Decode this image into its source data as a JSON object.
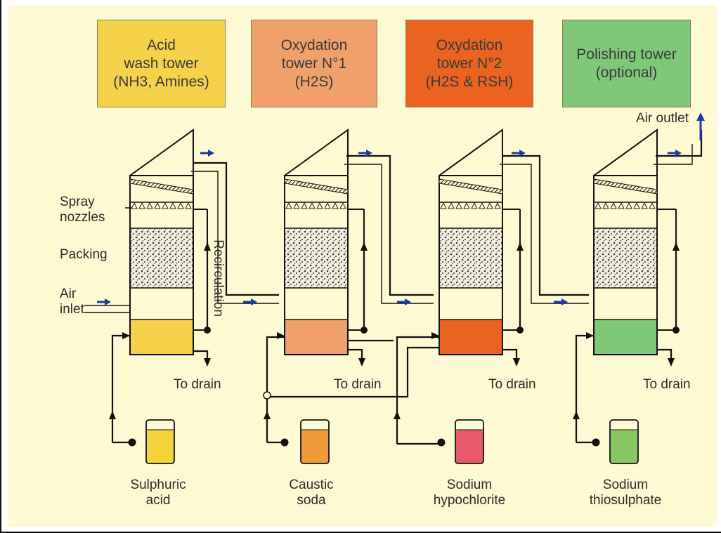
{
  "towers": [
    {
      "title_lines": [
        "Acid",
        "wash tower",
        "(NH3, Amines)"
      ],
      "color": "#f6d24a"
    },
    {
      "title_lines": [
        "Oxydation",
        "tower N°1",
        "(H2S)"
      ],
      "color": "#f0a06a"
    },
    {
      "title_lines": [
        "Oxydation",
        "tower N°2",
        "(H2S & RSH)"
      ],
      "color": "#ea6320"
    },
    {
      "title_lines": [
        "Polishing tower",
        "(optional)"
      ],
      "color": "#7fc879"
    }
  ],
  "labels": {
    "spray_nozzles": [
      "Spray",
      "nozzles"
    ],
    "packing": "Packing",
    "air_inlet": [
      "Air",
      "inlet"
    ],
    "air_outlet": "Air outlet",
    "recirculation": "Recirculation",
    "to_drain": "To drain"
  },
  "tanks": [
    {
      "name_lines": [
        "Sulphuric",
        "acid"
      ],
      "color": "#f4d23a"
    },
    {
      "name_lines": [
        "Caustic",
        "soda"
      ],
      "color": "#ef9b3a"
    },
    {
      "name_lines": [
        "Sodium",
        "hypochlorite"
      ],
      "color": "#e85a6a"
    },
    {
      "name_lines": [
        "Sodium",
        "thiosulphate"
      ],
      "color": "#88c860"
    }
  ],
  "colors": {
    "background": "#fdf9d2",
    "flow_arrow": "#1f3aa0",
    "line": "#111111"
  }
}
